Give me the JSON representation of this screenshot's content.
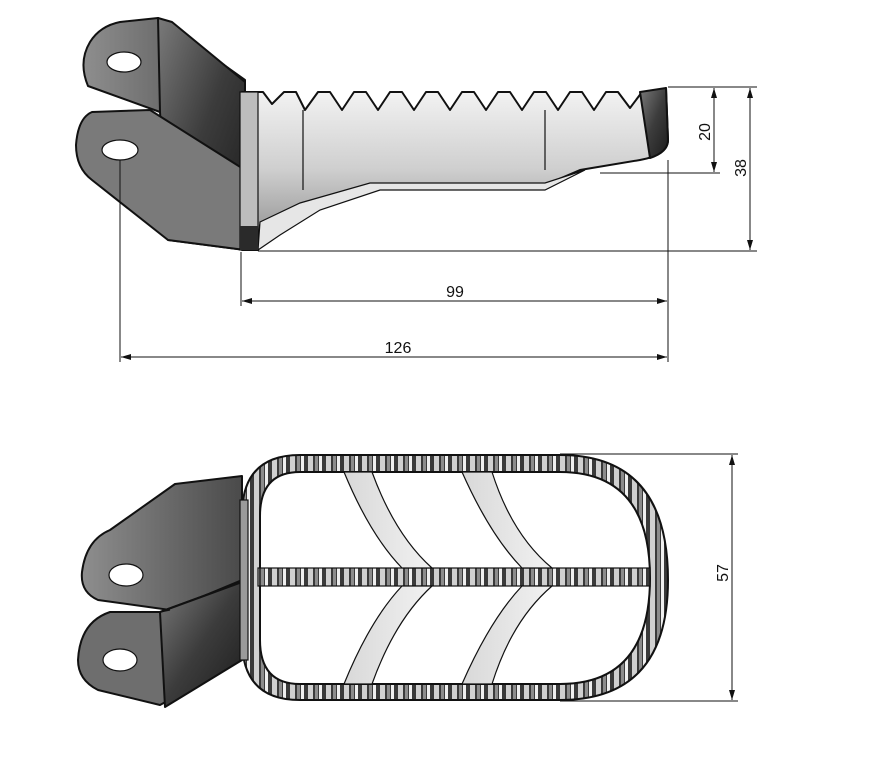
{
  "drawing": {
    "dimensions": {
      "tooth_height": "20",
      "total_height": "38",
      "platform_length": "99",
      "total_length": "126",
      "width": "57"
    }
  }
}
